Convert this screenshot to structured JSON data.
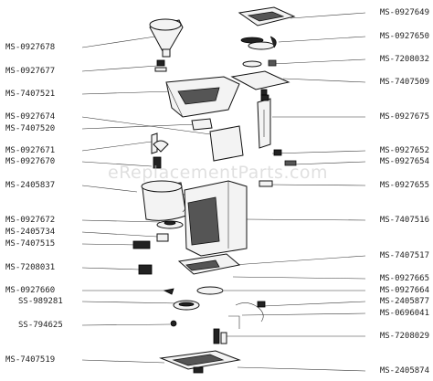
{
  "diagram": {
    "watermark": "eReplacementParts.com",
    "left_labels": [
      "MS-0927678",
      "MS-0927677",
      "MS-7407521",
      "MS-0927674",
      "MS-7407520",
      "MS-0927671",
      "MS-0927670",
      "MS-2405837",
      "MS-0927672",
      "MS-2405734",
      "MS-7407515",
      "MS-7208031",
      "MS-0927660",
      "SS-989281",
      "SS-794625",
      "MS-7407519"
    ],
    "right_labels": [
      "MS-0927649",
      "MS-0927650",
      "MS-7208032",
      "MS-7407509",
      "MS-0927675",
      "MS-0927652",
      "MS-0927654",
      "MS-0927655",
      "MS-7407516",
      "MS-7407517",
      "MS-0927665",
      "MS-0927664",
      "MS-2405877",
      "MS-0696041",
      "MS-7208029",
      "MS-2405874"
    ]
  }
}
